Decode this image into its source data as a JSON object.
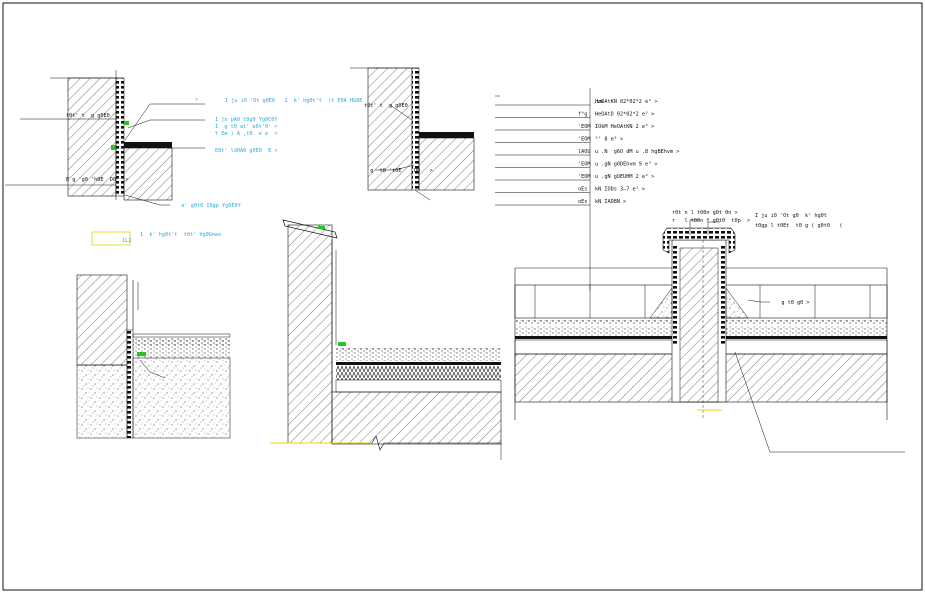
{
  "detail_a": {
    "callouts": [
      "I ju i0 'Ot g0E0   1  k' hg0t't  )t E0A HG8E",
      "I ]n pA0 t0g0 Yg0C0Y",
      "I  g t0 at' e0t'0' >",
      "Y Em ) A ,t0  e e  >",
      "E0t' ld0A0 g0E0  E >",
      "   e' g0t0 I0gp Yg0E0Y"
    ],
    "left_labels": [
      "t0t' t  g g0E0",
      "E g 'g0 'h0E  D0   >"
    ],
    "note": "1  k' hg0t't  t0t' hg0Gneo",
    "tag": "1L2"
  },
  "detail_b": {
    "labels": [
      "t0t' t  g g0E0",
      "  g  t0 't0E    D0   >"
    ]
  },
  "legend": {
    "items": [
      {
        "code": "     ,vm",
        "text": "HeOAtKN 02*02*2 e³ >"
      },
      {
        "code": "f°g",
        "text": "HeOAtD 02*02*2 e³ >"
      },
      {
        "code": "'EOM",
        "text": "IOkM HeOAtKN 2 e³ >"
      },
      {
        "code": "'EOM",
        "text": "°' 8 e³ >"
      },
      {
        "code": "lAOU",
        "text": "u .N  g6O dM u .8 hgBEhvm >"
      },
      {
        "code": "'EOM",
        "text": "u .gN g0DEhvm 9 e³ >"
      },
      {
        "code": "'EOM",
        "text": "u .gN gOEUHM 2 e³ >"
      },
      {
        "code": "oEs",
        "text": "kN IODs 3–7 e³ >"
      },
      {
        "code": "oEs",
        "text": "kN IADBN >"
      }
    ]
  },
  "detail_e": {
    "top_labels": [
      "r0t n l t00n g0t 0n >",
      "I ju i0 'Ot g0  k' hg0t",
      "r   l t00n f g0t0  t0p  >",
      "t0gp l t0Et  t0 g ( g0t0   (",
      "   g t0 g0 >"
    ]
  },
  "colors": {
    "cyan": "#2aa8d8",
    "green": "#27c427",
    "yellow": "#e7d600",
    "line": "#111111"
  }
}
